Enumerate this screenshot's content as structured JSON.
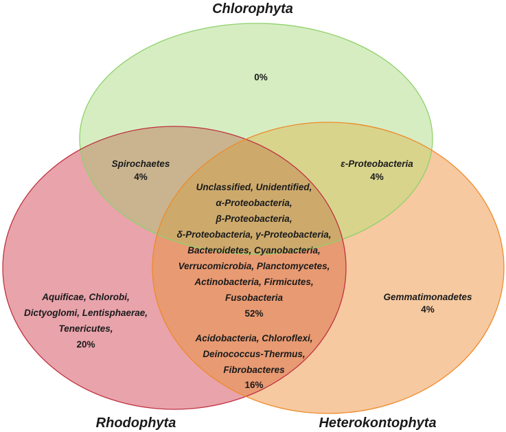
{
  "sets": {
    "chlorophyta": {
      "title": "Chlorophyta",
      "fill": "#d6edc2",
      "stroke": "#8fd16a"
    },
    "rhodophyta": {
      "title": "Rhodophyta",
      "fill": "#e8a3ab",
      "stroke": "#c0313f"
    },
    "heterokontophyta": {
      "title": "Heterokontophyta",
      "fill": "#f6c9a0",
      "stroke": "#ee8a2a"
    }
  },
  "overlap_colors": {
    "chloro_rhodo": "#c9b48f",
    "chloro_hetero": "#d8d48c",
    "rhodo_hetero": "#e89a72",
    "center": "#cdaa6c"
  },
  "regions": {
    "chlorophyta_only": {
      "lines": [],
      "percent": "0%"
    },
    "chloro_rhodo": {
      "lines": [
        "Spirochaetes"
      ],
      "percent": "4%"
    },
    "chloro_hetero": {
      "lines": [
        "ε-Proteobacteria"
      ],
      "percent": "4%"
    },
    "center": {
      "lines": [
        "Unclassified, Unidentified,",
        "α-Proteobacteria,",
        "β-Proteobacteria,",
        "δ-Proteobacteria, γ-Proteobacteria,",
        "Bacteroidetes, Cyanobacteria,",
        "Verrucomicrobia, Planctomycetes,",
        "Actinobacteria, Firmicutes,",
        "Fusobacteria"
      ],
      "percent": "52%"
    },
    "rhodophyta_only": {
      "lines": [
        "Aquificae, Chlorobi,",
        "Dictyoglomi, Lentisphaerae,",
        "Tenericutes,"
      ],
      "percent": "20%"
    },
    "heterokontophyta_only": {
      "lines": [
        "Gemmatimonadetes"
      ],
      "percent": "4%"
    },
    "rhodo_hetero": {
      "lines": [
        "Acidobacteria, Chloroflexi,",
        "Deinococcus-Thermus,",
        "Fibrobacteres"
      ],
      "percent": "16%"
    }
  }
}
